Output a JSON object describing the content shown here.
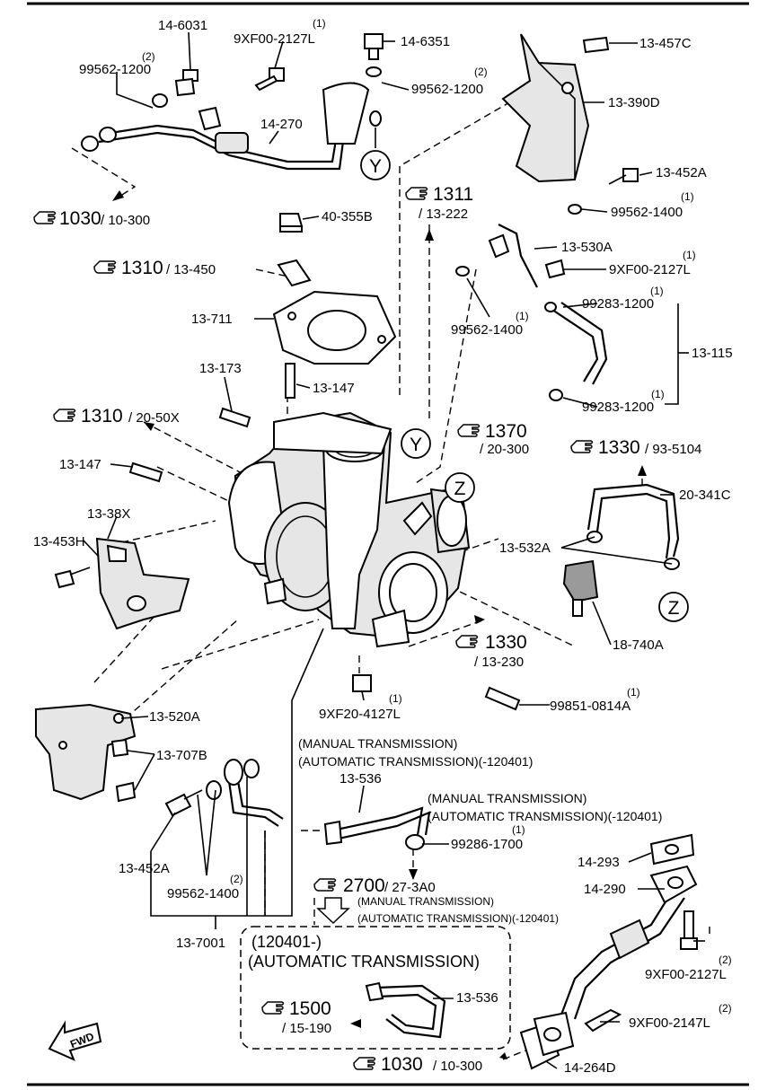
{
  "labels": {
    "p14_6031": "14-6031",
    "p9xf00_2127l_top": "9XF00-2127L",
    "q9xf00_2127l_top": "(1)",
    "p14_6351": "14-6351",
    "p13_457c": "13-457C",
    "p99562_1200_left": "99562-1200",
    "q99562_1200_left": "(2)",
    "p99562_1200_right": "99562-1200",
    "q99562_1200_right": "(2)",
    "p13_390d": "13-390D",
    "p14_270": "14-270",
    "y_mark_top": "Y",
    "p13_452a_top": "13-452A",
    "p99562_1400_top": "99562-1400",
    "q99562_1400_top": "(1)",
    "p40_355b": "40-355B",
    "p13_530a": "13-530A",
    "p9xf00_2127l_mid": "9XF00-2127L",
    "q9xf00_2127l_mid": "(1)",
    "p13_711": "13-711",
    "p99562_1400_mid": "99562-1400",
    "q99562_1400_mid": "(1)",
    "p99283_1200_a": "99283-1200",
    "q99283_1200_a": "(1)",
    "p13_115": "13-115",
    "p13_173": "13-173",
    "p13_147_a": "13-147",
    "p99283_1200_b": "99283-1200",
    "q99283_1200_b": "(1)",
    "y_mark_mid": "Y",
    "p13_147_b": "13-147",
    "z_mark_left": "Z",
    "p20_341c": "20-341C",
    "p13_38x": "13-38X",
    "p13_453h": "13-453H",
    "p13_532a": "13-532A",
    "z_mark_right": "Z",
    "p18_740a": "18-740A",
    "p9xf20_4127l": "9XF20-4127L",
    "q9xf20_4127l": "(1)",
    "p99851_0814a": "99851-0814A",
    "q99851_0814a": "(1)",
    "p13_520a": "13-520A",
    "p13_707b": "13-707B",
    "p13_536_a": "13-536",
    "p99286_1700": "99286-1700",
    "q99286_1700": "(1)",
    "p13_452a_bot": "13-452A",
    "p14_293": "14-293",
    "p99562_1400_bot": "99562-1400",
    "q99562_1400_bot": "(2)",
    "p14_290": "14-290",
    "p13_7001": "13-7001",
    "p9xf00_2127l_bot": "9XF00-2127L",
    "q9xf00_2127l_bot": "(2)",
    "p13_536_b": "13-536",
    "p9xf00_2147l": "9XF00-2147L",
    "q9xf00_2147l": "(2)",
    "p14_264d": "14-264D",
    "fwd": "FWD"
  },
  "refs": {
    "r1030_top": {
      "main": "1030",
      "sub": "/ 10-300"
    },
    "r1311": {
      "main": "1311",
      "sub": "/ 13-222"
    },
    "r1310_a": {
      "main": "1310",
      "sub": "/ 13-450"
    },
    "r1310_b": {
      "main": "1310",
      "sub": "/ 20-50X"
    },
    "r1370": {
      "main": "1370",
      "sub": "/ 20-300"
    },
    "r1330_a": {
      "main": "1330",
      "sub": "/ 93-5104"
    },
    "r1330_b": {
      "main": "1330",
      "sub": "/ 13-230"
    },
    "r2700": {
      "main": "2700",
      "sub": "/ 27-3A0"
    },
    "r1500": {
      "main": "1500",
      "sub": "/ 15-190"
    },
    "r1030_bot": {
      "main": "1030",
      "sub": "/ 10-300"
    }
  },
  "notes": {
    "manual_1": "(MANUAL TRANSMISSION)",
    "auto_1": "(AUTOMATIC TRANSMISSION)(-120401)",
    "manual_2": "(MANUAL TRANSMISSION)",
    "auto_2": "(AUTOMATIC TRANSMISSION)(-120401)",
    "manual_3": "(MANUAL TRANSMISSION)",
    "auto_3": "(AUTOMATIC TRANSMISSION)(-120401)",
    "box_line1": "(120401-)",
    "box_line2": "(AUTOMATIC TRANSMISSION)"
  }
}
